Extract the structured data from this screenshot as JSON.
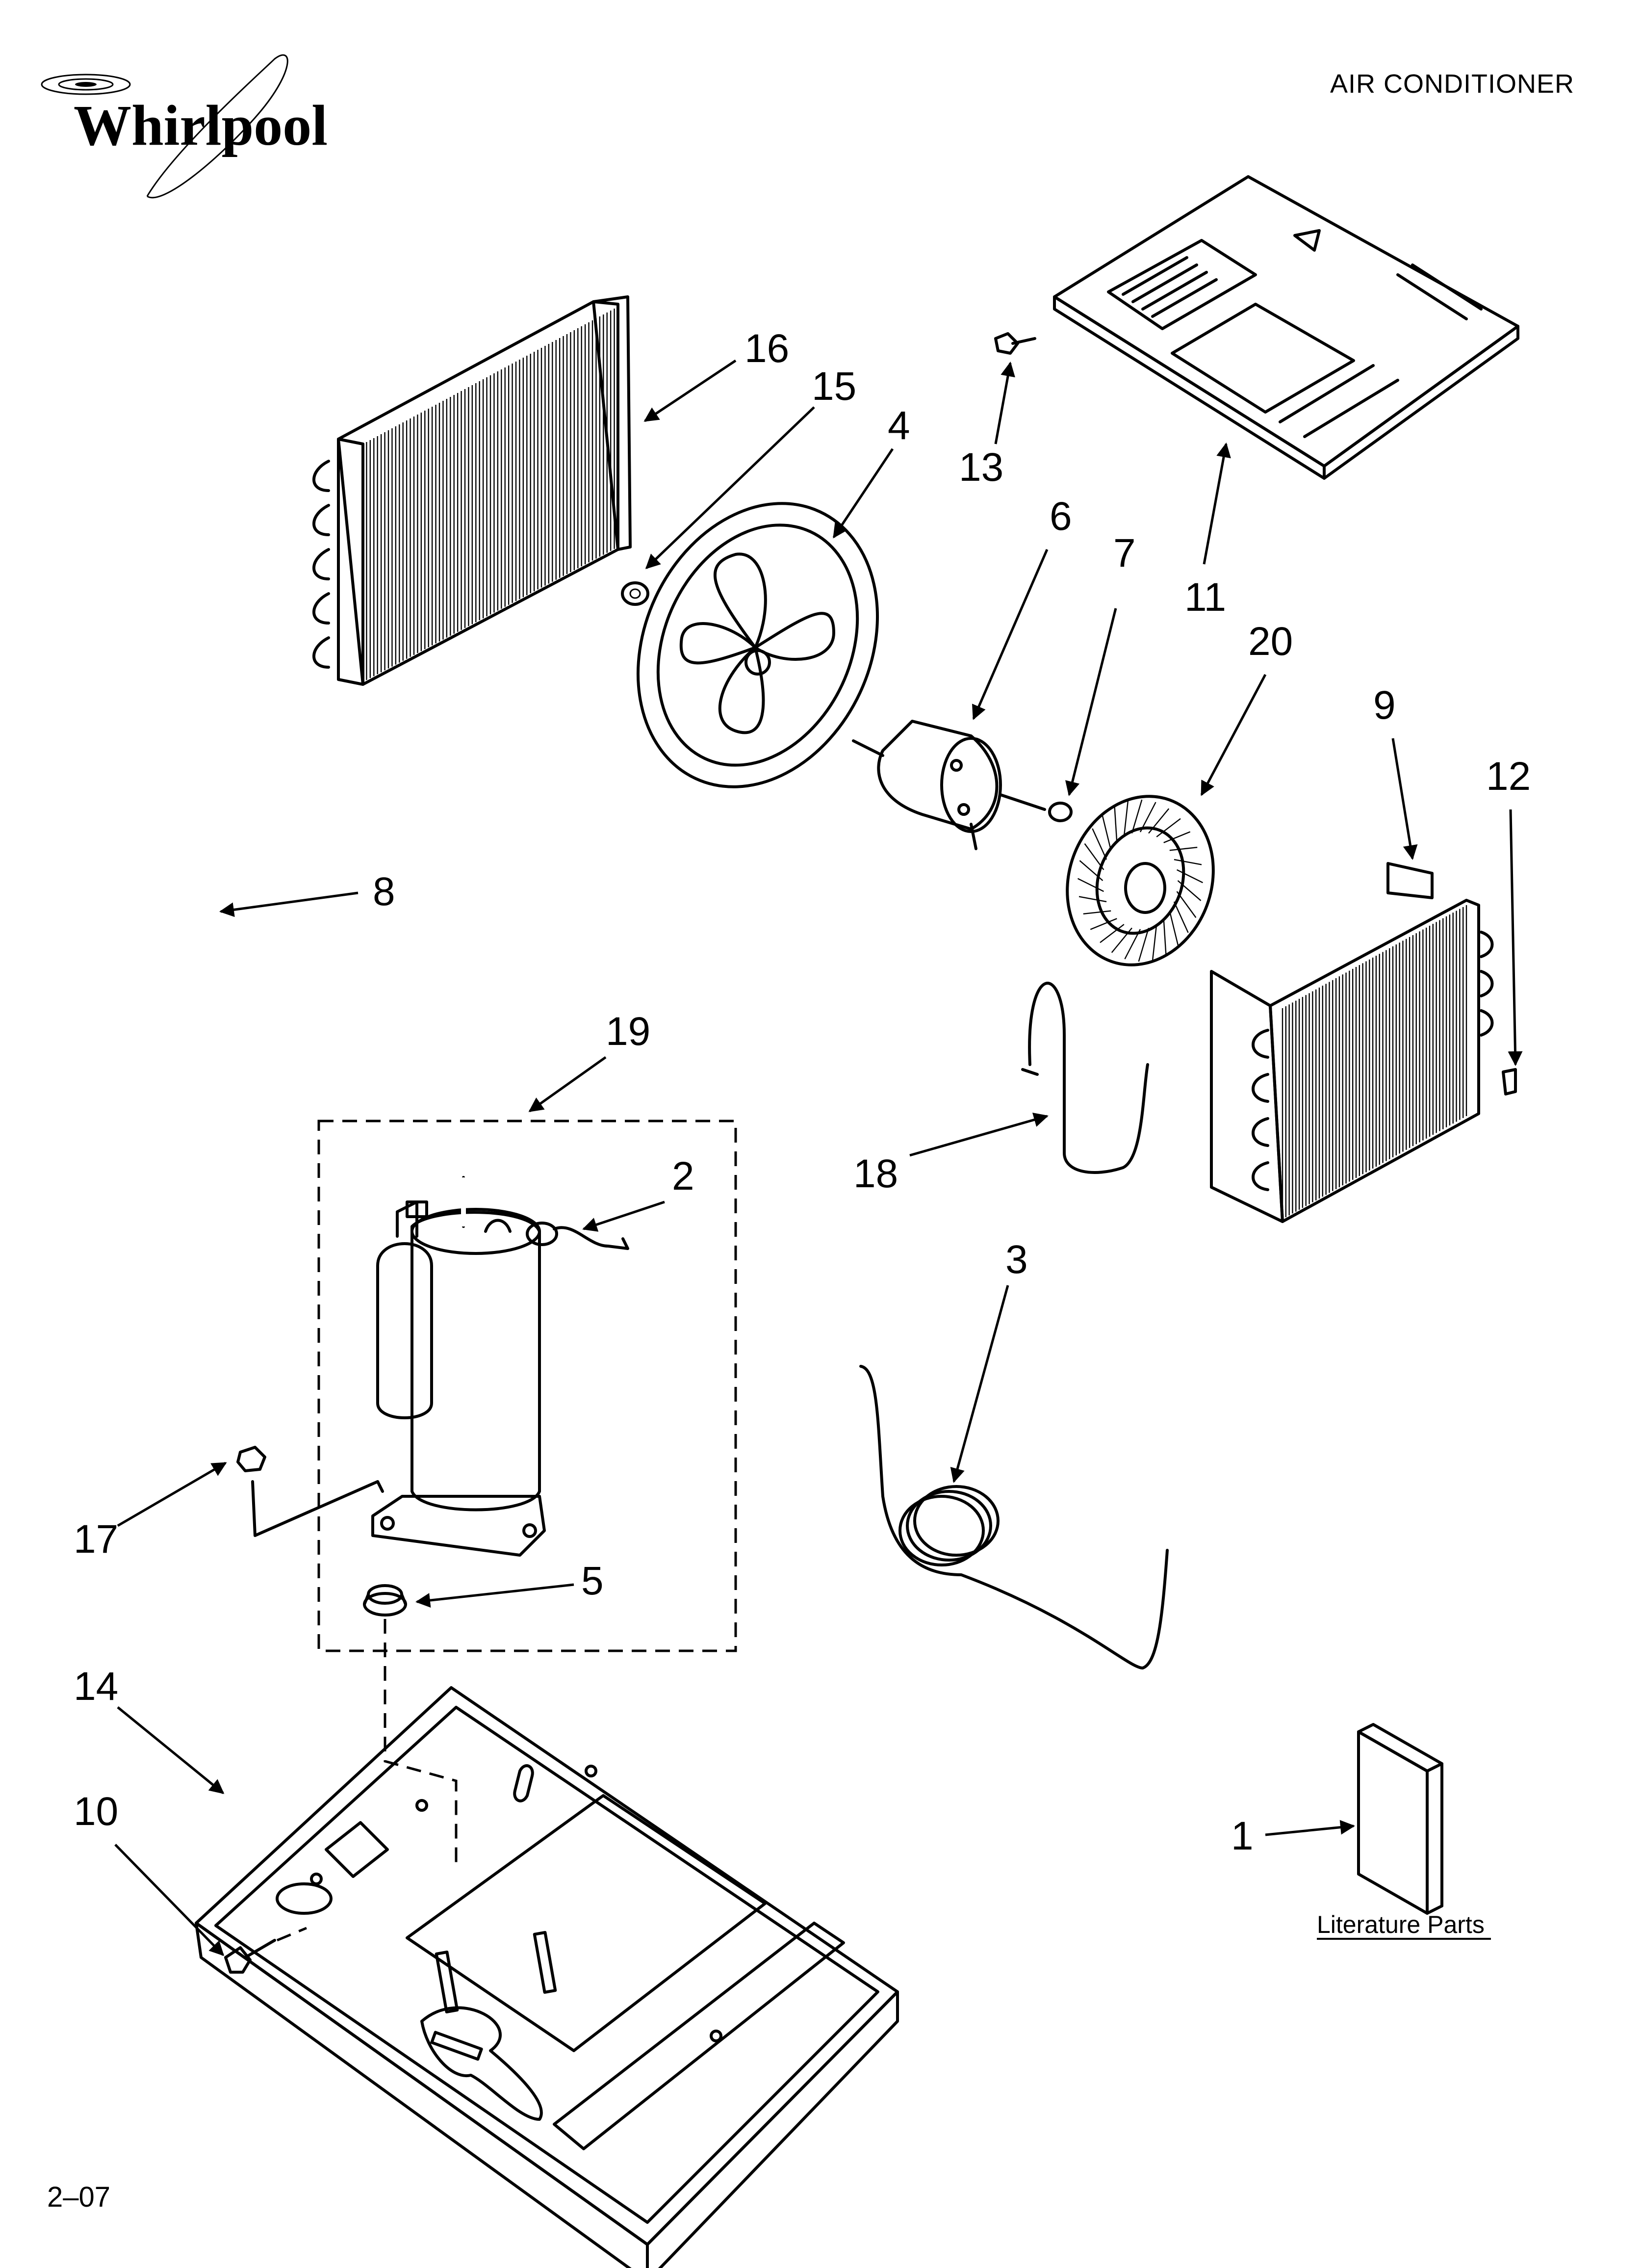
{
  "header": {
    "brand": "Whirlpool",
    "product_title": "AIR CONDITIONER"
  },
  "footer": {
    "code": "2–07"
  },
  "literature": {
    "label": "Literature Parts"
  },
  "callouts": [
    {
      "id": "c1",
      "label": "1"
    },
    {
      "id": "c2",
      "label": "2"
    },
    {
      "id": "c3",
      "label": "3"
    },
    {
      "id": "c4",
      "label": "4"
    },
    {
      "id": "c5",
      "label": "5"
    },
    {
      "id": "c6",
      "label": "6"
    },
    {
      "id": "c7",
      "label": "7"
    },
    {
      "id": "c8",
      "label": "8"
    },
    {
      "id": "c9",
      "label": "9"
    },
    {
      "id": "c10",
      "label": "10"
    },
    {
      "id": "c11",
      "label": "11"
    },
    {
      "id": "c12",
      "label": "12"
    },
    {
      "id": "c13",
      "label": "13"
    },
    {
      "id": "c14",
      "label": "14"
    },
    {
      "id": "c15",
      "label": "15"
    },
    {
      "id": "c16",
      "label": "16"
    },
    {
      "id": "c17",
      "label": "17"
    },
    {
      "id": "c18",
      "label": "18"
    },
    {
      "id": "c19",
      "label": "19"
    },
    {
      "id": "c20",
      "label": "20"
    }
  ]
}
